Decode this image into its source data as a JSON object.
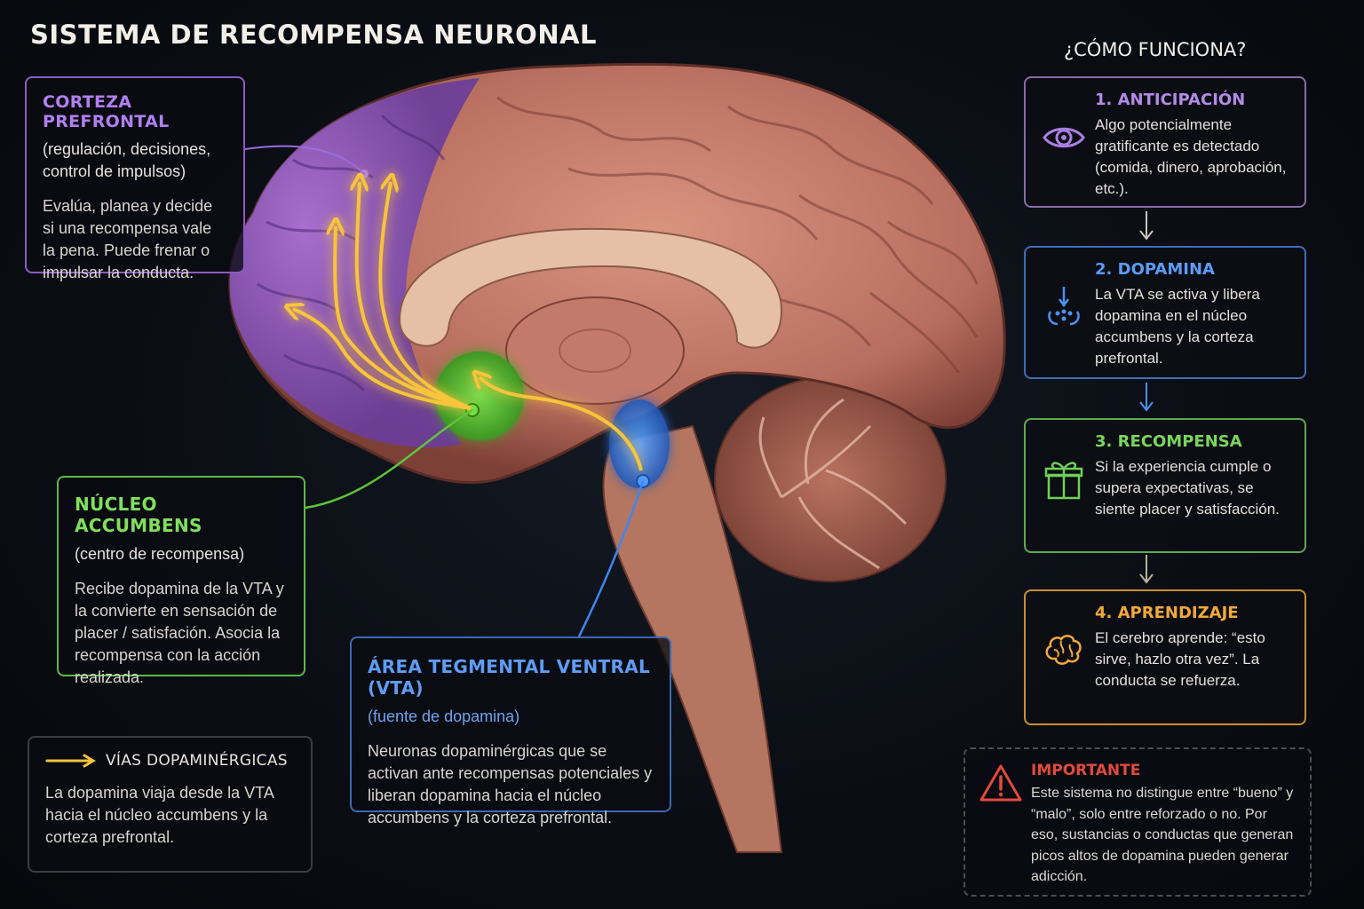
{
  "title": "SISTEMA DE RECOMPENSA NEURONAL",
  "colors": {
    "prefrontal": "#9b6ce0",
    "accumbens": "#5ec43a",
    "vta": "#3f86f0",
    "pathway": "#f7c43a",
    "warning": "#e24a3a",
    "learning": "#f2a93a"
  },
  "regions": {
    "prefrontal": {
      "name": "CORTEZA PREFRONTAL",
      "subtitle": "(regulación, decisiones, control de impulsos)",
      "description": "Evalúa, planea y decide si una recompensa vale la pena. Puede frenar o impulsar la conducta."
    },
    "accumbens": {
      "name": "NÚCLEO ACCUMBENS",
      "subtitle": "(centro de recompensa)",
      "description": "Recibe dopamina de la VTA y la convierte en sensación de placer / satisfación. Asocia la recompensa con la acción realizada."
    },
    "vta": {
      "name": "ÁREA TEGMENTAL VENTRAL (VTA)",
      "subtitle": "(fuente de dopamina)",
      "description": "Neuronas dopaminérgicas que se activan ante recompensas potenciales y liberan dopamina hacia el núcleo accumbens y la corteza prefrontal."
    }
  },
  "legend": {
    "label": "VÍAS DOPAMINÉRGICAS",
    "description": "La dopamina viaja desde la VTA hacia el núcleo accumbens y la corteza prefrontal.",
    "icon": "arrow-right-icon"
  },
  "how": {
    "title": "¿CÓMO FUNCIONA?",
    "steps": [
      {
        "title": "1. ANTICIPACIÓN",
        "text": "Algo potencialmente gratificante es detectado (comida, dinero, aprobación, etc.).",
        "icon": "eye-icon"
      },
      {
        "title": "2. DOPAMINA",
        "text": "La VTA se activa y libera dopamina en el núcleo accumbens y la corteza prefrontal.",
        "icon": "dopamine-release-icon"
      },
      {
        "title": "3. RECOMPENSA",
        "text": "Si la experiencia cumple o supera expectativas, se siente placer y satisfacción.",
        "icon": "gift-icon"
      },
      {
        "title": "4. APRENDIZAJE",
        "text": "El cerebro aprende: “esto sirve, hazlo otra vez”. La conducta se refuerza.",
        "icon": "brain-icon"
      }
    ]
  },
  "warning": {
    "title": "IMPORTANTE",
    "text": "Este sistema no distingue entre “bueno” y “malo”, solo entre reforzado o no. Por eso, sustancias o conductas que generan picos altos de dopamina pueden generar adicción.",
    "icon": "warning-icon"
  }
}
